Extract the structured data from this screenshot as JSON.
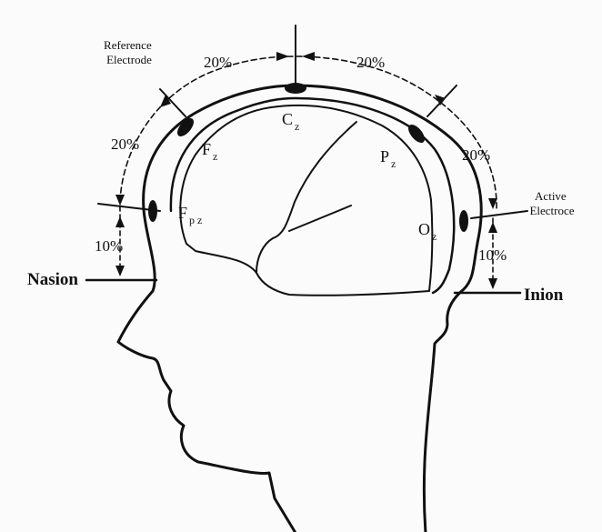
{
  "labels": {
    "reference_electrode": [
      "Reference",
      "Electrode"
    ],
    "active_electrode": [
      "Active",
      "Electroce"
    ],
    "nasion": "Nasion",
    "inion": "Inion"
  },
  "percentages": {
    "front_upper": "20%",
    "top_left": "20%",
    "top_right": "20%",
    "back_upper": "20%",
    "front_lower": "10%",
    "back_lower": "10%"
  },
  "electrodes": {
    "cz": {
      "main": "C",
      "sub": "z"
    },
    "fz": {
      "main": "F",
      "sub": "z"
    },
    "pz": {
      "main": "P",
      "sub": "z"
    },
    "fpz": {
      "main": "F",
      "sub": "p z"
    },
    "oz": {
      "main": "O",
      "sub": "z"
    }
  }
}
